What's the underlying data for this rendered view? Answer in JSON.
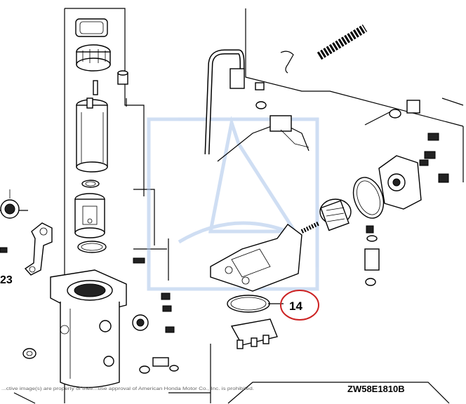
{
  "callout": {
    "number": "14",
    "ring_color": "#cc2222"
  },
  "reference_number": "23",
  "diagram_code": "ZW58E1810B",
  "watermark_color": "#a9c4ea",
  "copyright_notice": "...ctive image(s) are property of their...use approval of American Honda Motor Co., Inc. is prohibited.",
  "icons": [
    "fuel-pump-assembly",
    "fuel-strainer",
    "o-ring",
    "fuel-filter-cartridge",
    "filter-housing",
    "fuel-hose",
    "spring"
  ]
}
